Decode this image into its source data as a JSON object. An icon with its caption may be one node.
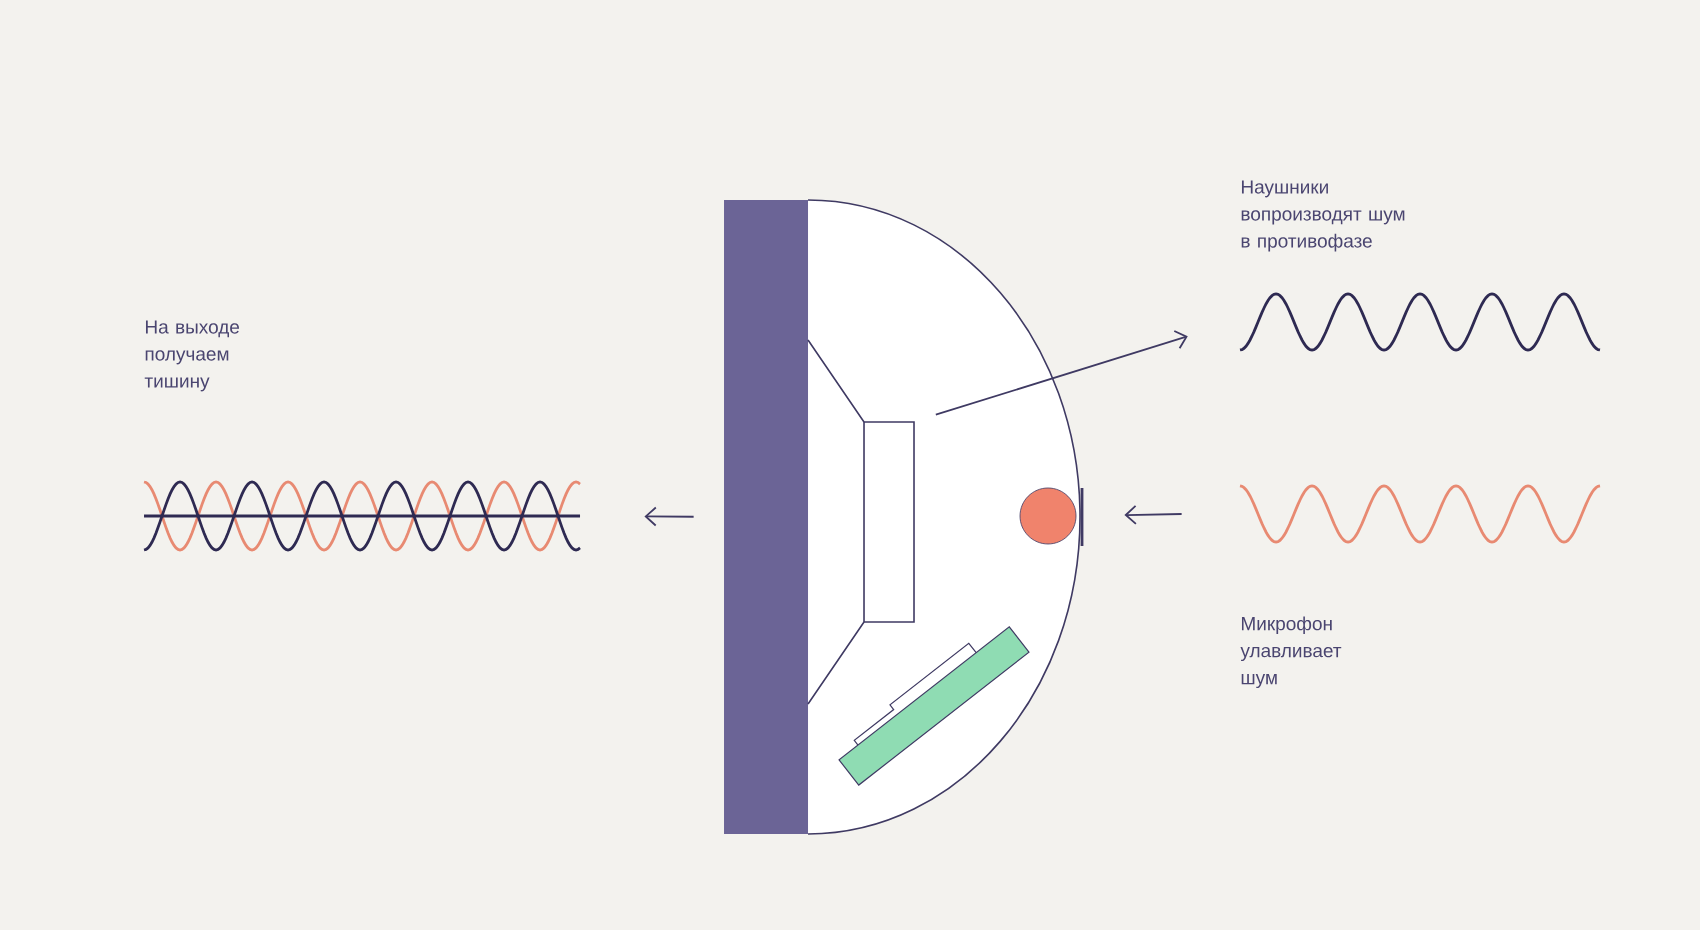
{
  "diagram": {
    "nodes": [
      {
        "text": [],
        "shape": "picture"
      },
      {
        "text": [],
        "shape": "box",
        "in": 0
      },
      {
        "text": [],
        "shape": "circle",
        "in": 0
      },
      {
        "text": [
          "Наушники вопроизводят шум в противофазе"
        ]
      },
      {
        "text": [
          "Микрофон улавливает шум"
        ]
      },
      {
        "text": [
          "На выходе получаем тишину"
        ]
      }
    ],
    "edges": [
      {
        "from": 1,
        "to": 3,
        "arrow": "to"
      },
      {
        "from": 4,
        "to": 2,
        "arrow": "to"
      },
      {
        "from": 0,
        "to": 5,
        "arrow": "to"
      }
    ]
  }
}
